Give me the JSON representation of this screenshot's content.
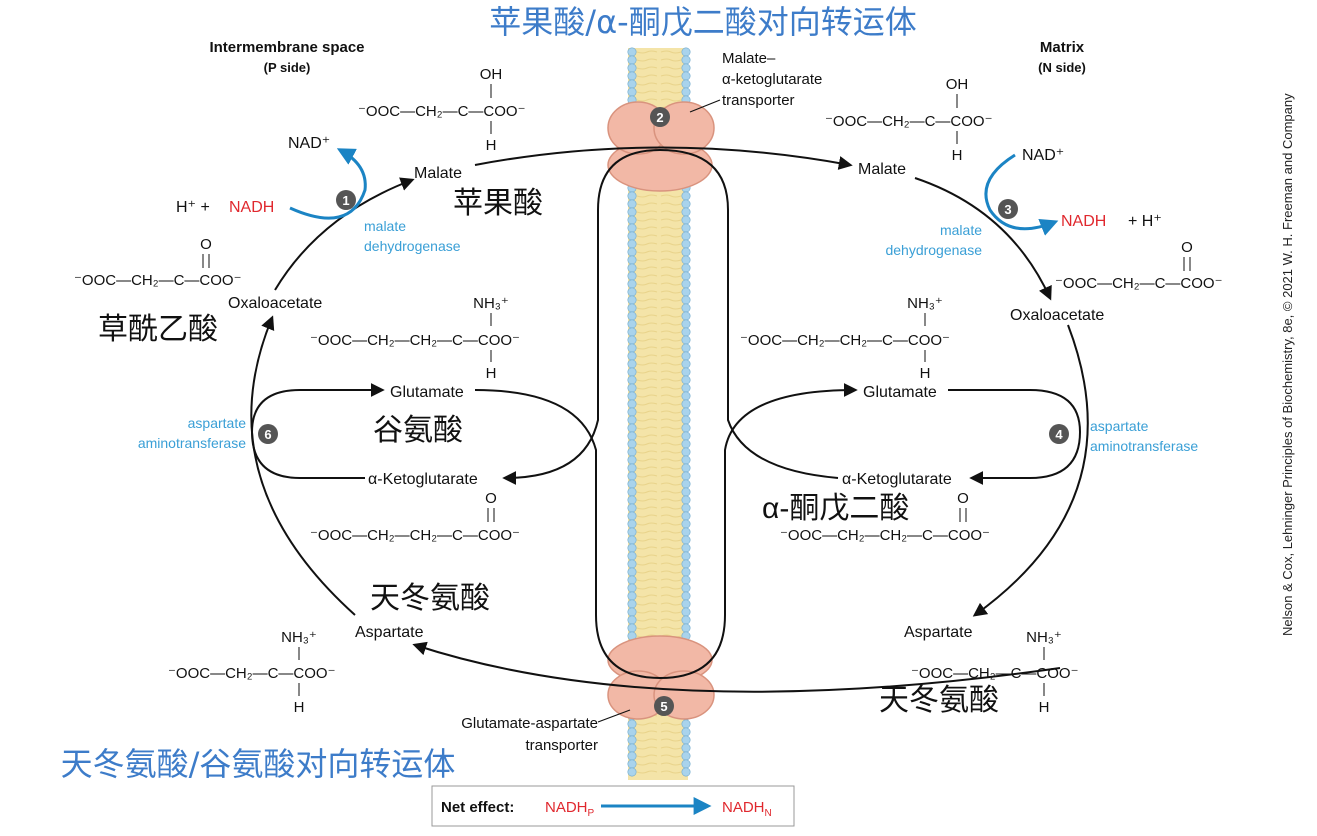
{
  "colors": {
    "blue_title": "#3d7cc9",
    "enzyme_blue": "#3a9fd6",
    "nadh_red": "#e0282e",
    "badge_grey": "#555555",
    "arrow_blue": "#1b84c4",
    "protein_pink": "#f2b8a6",
    "lipid_head": "#a9d3ec",
    "lipid_tail": "#f4e4a8"
  },
  "titles": {
    "top_cn": "苹果酸/α-酮戊二酸对向转运体",
    "bottom_cn": "天冬氨酸/谷氨酸对向转运体"
  },
  "sides": {
    "left_heading": "Intermembrane space",
    "left_sub": "(P side)",
    "right_heading": "Matrix",
    "right_sub": "(N side)"
  },
  "transporters": {
    "top": [
      "Malate–",
      "α-ketoglutarate",
      "transporter"
    ],
    "bottom": [
      "Glutamate-aspartate",
      "transporter"
    ]
  },
  "steps": [
    "1",
    "2",
    "3",
    "4",
    "5",
    "6"
  ],
  "enzymes": {
    "mdh_left": [
      "malate",
      "dehydrogenase"
    ],
    "mdh_right": [
      "malate",
      "dehydrogenase"
    ],
    "ast_left": [
      "aspartate",
      "aminotransferase"
    ],
    "ast_right": [
      "aspartate",
      "aminotransferase"
    ]
  },
  "cofactors": {
    "nad_left": "NAD⁺",
    "h_plus_left": "H⁺ +",
    "nadh_left": "NADH",
    "nad_right": "NAD⁺",
    "nadh_right": "NADH",
    "h_plus_right": "+ H⁺"
  },
  "labels": {
    "malate_left": "Malate",
    "malate_right": "Malate",
    "oxaloacetate_left": "Oxaloacetate",
    "oxaloacetate_right": "Oxaloacetate",
    "glutamate_left": "Glutamate",
    "glutamate_right": "Glutamate",
    "akg_left": "α-Ketoglutarate",
    "akg_right": "α-Ketoglutarate",
    "aspartate_left": "Aspartate",
    "aspartate_right": "Aspartate"
  },
  "cn_labels": {
    "malate": "苹果酸",
    "oxaloacetate": "草酰乙酸",
    "glutamate": "谷氨酸",
    "akg": "α-酮戊二酸",
    "aspartate_left": "天冬氨酸",
    "aspartate_right": "天冬氨酸"
  },
  "formulas": {
    "malate": "⁻OOC—CH₂—C—COO⁻",
    "malate_top": "OH",
    "malate_bottom": "H",
    "oxaloacetate": "⁻OOC—CH₂—C—COO⁻",
    "oxaloacetate_top": "O",
    "glutamate": "⁻OOC—CH₂—CH₂—C—COO⁻",
    "glutamate_top": "NH₃⁺",
    "glutamate_bottom": "H",
    "akg": "⁻OOC—CH₂—CH₂—C—COO⁻",
    "akg_top": "O",
    "aspartate": "⁻OOC—CH₂—C—COO⁻",
    "aspartate_top": "NH₃⁺",
    "aspartate_bottom": "H"
  },
  "net_effect": {
    "label": "Net effect:",
    "from": "NADH",
    "from_sub": "P",
    "to": "NADH",
    "to_sub": "N"
  },
  "credit": "Nelson & Cox, Lehninger Principles of Biochemistry, 8e, © 2021 W. H. Freeman and Company"
}
